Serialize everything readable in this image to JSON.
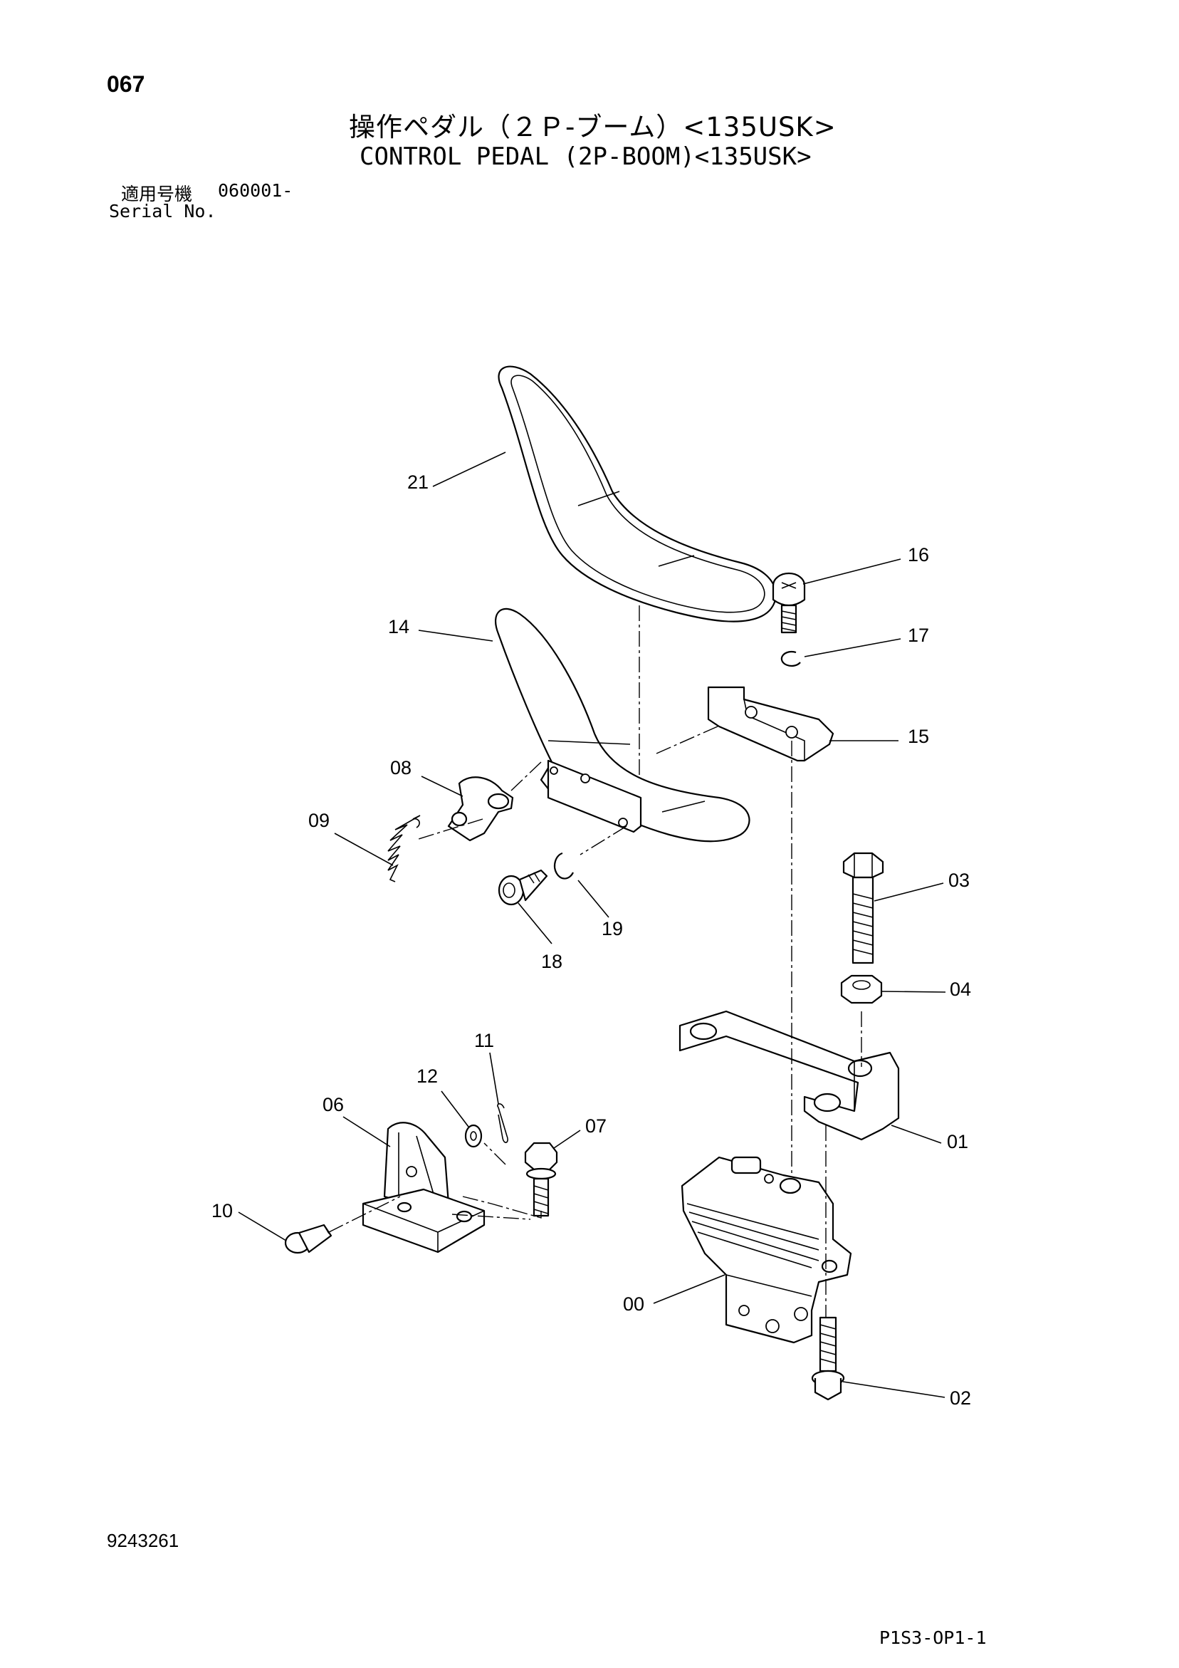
{
  "header": {
    "page_number": "067",
    "title_jp": "操作ペダル（２Ｐ-ブーム）<135USK>",
    "title_en": "CONTROL PEDAL (2P-BOOM)<135USK>",
    "serial_label_jp": "適用号機",
    "serial_value": "060001-",
    "serial_label_en": "Serial No."
  },
  "footer": {
    "document_number": "9243261",
    "sheet_code": "P1S3-OP1-1"
  },
  "callouts": {
    "c00": "00",
    "c01": "01",
    "c02": "02",
    "c03": "03",
    "c04": "04",
    "c06": "06",
    "c07": "07",
    "c08": "08",
    "c09": "09",
    "c10": "10",
    "c11": "11",
    "c12": "12",
    "c14": "14",
    "c15": "15",
    "c16": "16",
    "c17": "17",
    "c18": "18",
    "c19": "19",
    "c21": "21"
  }
}
